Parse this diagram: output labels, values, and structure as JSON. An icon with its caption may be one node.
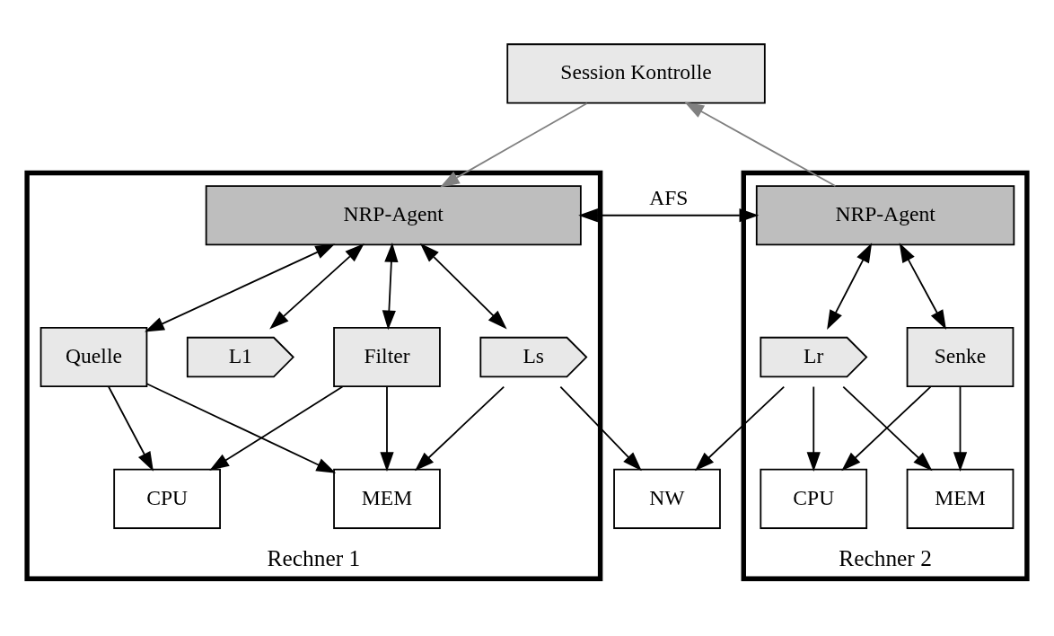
{
  "diagram": {
    "nodes": [
      {
        "text": [
          "Session Kontrolle"
        ]
      },
      {
        "text": [
          "Rechner 1"
        ]
      },
      {
        "text": [
          "NRP-Agent"
        ],
        "in": 1
      },
      {
        "text": [
          "Quelle"
        ],
        "in": 1
      },
      {
        "text": [
          "L1"
        ],
        "in": 1
      },
      {
        "text": [
          "Filter"
        ],
        "in": 1
      },
      {
        "text": [
          "Ls"
        ],
        "in": 1
      },
      {
        "text": [
          "CPU"
        ],
        "in": 1
      },
      {
        "text": [
          "MEM"
        ],
        "in": 1
      },
      {
        "text": [
          "NW"
        ]
      },
      {
        "text": [
          "Rechner 2"
        ]
      },
      {
        "text": [
          "NRP-Agent"
        ],
        "in": 10
      },
      {
        "text": [
          "Lr"
        ],
        "in": 10
      },
      {
        "text": [
          "Senke"
        ],
        "in": 10
      },
      {
        "text": [
          "CPU"
        ],
        "in": 10
      },
      {
        "text": [
          "MEM"
        ],
        "in": 10
      }
    ],
    "edges": [
      {
        "from": 0,
        "to": 2,
        "arrow": "to",
        "color": "#808080"
      },
      {
        "from": 11,
        "to": 0,
        "arrow": "to",
        "color": "#808080"
      },
      {
        "from": 2,
        "to": 11,
        "arrow": "both",
        "label": "AFS"
      },
      {
        "from": 2,
        "to": 3,
        "arrow": "both"
      },
      {
        "from": 2,
        "to": 4,
        "arrow": "both"
      },
      {
        "from": 2,
        "to": 5,
        "arrow": "both"
      },
      {
        "from": 2,
        "to": 6,
        "arrow": "both"
      },
      {
        "from": 3,
        "to": 7,
        "arrow": "to"
      },
      {
        "from": 3,
        "to": 8,
        "arrow": "to"
      },
      {
        "from": 5,
        "to": 7,
        "arrow": "to"
      },
      {
        "from": 5,
        "to": 8,
        "arrow": "to"
      },
      {
        "from": 6,
        "to": 8,
        "arrow": "to"
      },
      {
        "from": 6,
        "to": 9,
        "arrow": "to"
      },
      {
        "from": 11,
        "to": 12,
        "arrow": "both"
      },
      {
        "from": 11,
        "to": 13,
        "arrow": "both"
      },
      {
        "from": 12,
        "to": 9,
        "arrow": "to"
      },
      {
        "from": 12,
        "to": 14,
        "arrow": "to"
      },
      {
        "from": 12,
        "to": 15,
        "arrow": "to"
      },
      {
        "from": 13,
        "to": 14,
        "arrow": "to"
      },
      {
        "from": 13,
        "to": 15,
        "arrow": "to"
      }
    ]
  }
}
